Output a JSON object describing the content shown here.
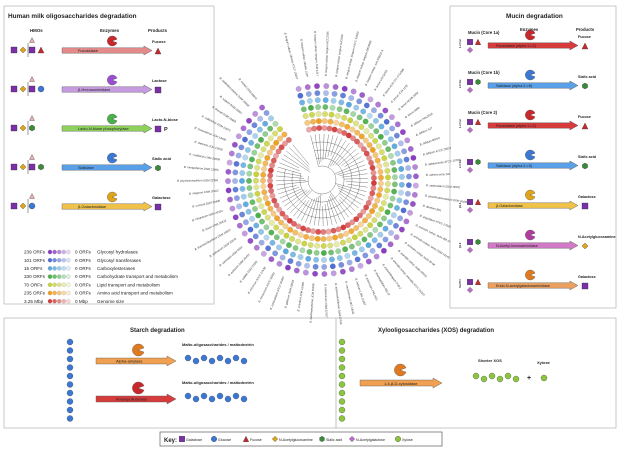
{
  "colors": {
    "galactose": "#7b2fa8",
    "glucose": "#3b78d4",
    "fucose": "#c8282c",
    "glcnac": "#e0a419",
    "sialic": "#3a8a3a",
    "nac_gal": "#c06bd0",
    "xylose": "#8cc63f",
    "panel_line": "#bdbdbd",
    "pink_arrow": "#e48a8a",
    "violet_arrow": "#c69be0",
    "green_arrow": "#8ed25c",
    "blue_arrow": "#5aa0e8",
    "gold_arrow": "#f0c24a",
    "orange_arrow": "#f0a050",
    "red_arrow": "#d63c3c",
    "magenta_arrow": "#d27ac6",
    "orange_arrow2": "#eaa060"
  },
  "hmo": {
    "title": "Human milk oligosaccharides degradation",
    "col_hmos": "HMOs",
    "col_enzymes": "Enzymes",
    "col_products": "Products",
    "rows": [
      {
        "enzyme": "Fucosidase",
        "product": "Fucose"
      },
      {
        "enzyme": "β-Hexosaminidase",
        "product": "Lactose"
      },
      {
        "enzyme": "Lacto-N-biose phosphorylase",
        "product": "Lacto-N-biose"
      },
      {
        "enzyme": "Sialidase",
        "product": "Sialic acid"
      },
      {
        "enzyme": "β-Galactosidase",
        "product": "Galactose"
      }
    ],
    "lnb_p": "P"
  },
  "legend_rows": [
    {
      "count": "239 ORFs",
      "zero": "0 ORFs",
      "label": "Glycosyl hydrolases",
      "color": "#8a3cc2"
    },
    {
      "count": "101 ORFs",
      "zero": "0 ORFs",
      "label": "Glycosyl transferases",
      "color": "#4f6fd6"
    },
    {
      "count": "15 ORFs",
      "zero": "0 ORFs",
      "label": "Carboxylesterases",
      "color": "#5aa8e0"
    },
    {
      "count": "330 ORFs",
      "zero": "0 ORFs",
      "label": "Carbohydrate transport and metabolism",
      "color": "#4ab04a"
    },
    {
      "count": "70 ORFs",
      "zero": "0 ORFs",
      "label": "Lipid transport and metabolism",
      "color": "#c8d23a"
    },
    {
      "count": "235 ORFs",
      "zero": "0 ORFs",
      "label": "Amino acid transport and metabolism",
      "color": "#f0a020"
    },
    {
      "count": "3.25 Mbp",
      "zero": "0 Mbp",
      "label": "Genome size",
      "color": "#d63c3c"
    }
  ],
  "mucin": {
    "title": "Mucin degradation",
    "col_enzymes": "Enzymes",
    "col_products": "Products",
    "rows": [
      {
        "label": "Mucin (Core 1a)",
        "enzyme": "Fucosidase (alpha 1->2)",
        "product": "Fucose",
        "side": "1-2 Fuc"
      },
      {
        "label": "Mucin (Core 1b)",
        "enzyme": "Sialidase (alpha 2->6)",
        "product": "Sialic acid",
        "side": "2-6 Sia"
      },
      {
        "label": "Mucin (Core 2)",
        "enzyme": "Fucosidase (alpha 1->2)",
        "product": "Fucose",
        "side": "1-2 Fuc"
      },
      {
        "label": "",
        "enzyme": "Sialidase (alpha 2->3)",
        "product": "Sialic acid",
        "side": "2-3 Sia"
      },
      {
        "label": "",
        "enzyme": "β-Galactosidase",
        "product": "Galactose",
        "side": "β1-3"
      },
      {
        "label": "",
        "enzyme": "N-Acetyl-hexosaminidase",
        "product": "N-Acetylglucosamine",
        "side": "β1-6"
      },
      {
        "label": "",
        "enzyme": "Endo-N-acetylgalactosaminidase",
        "product": "Galactose",
        "side": "Ser/Thr"
      }
    ]
  },
  "starch": {
    "title": "Starch degradation",
    "rows": [
      {
        "enzyme": "Alpha-amylase",
        "product": "Malto-oligosaccharides / maltodextrin"
      },
      {
        "enzyme": "Amylopullulanase",
        "product": "Malto-oligosaccharides / maltodextrin"
      }
    ]
  },
  "xos": {
    "title": "Xylooligosaccharides (XOS) degradation",
    "enzyme": "1,4-β-D-xylosidase",
    "product1": "Shorter XOS",
    "plus": "+",
    "product2": "Xylose"
  },
  "key": {
    "title": "Key:",
    "items": [
      {
        "label": "Galactose",
        "shape": "square",
        "color": "#7b2fa8"
      },
      {
        "label": "Glucose",
        "shape": "circle",
        "color": "#3b78d4"
      },
      {
        "label": "Fucose",
        "shape": "triangle",
        "color": "#c8282c"
      },
      {
        "label": "N-Acetylglucosamine",
        "shape": "diamond",
        "color": "#e0a419"
      },
      {
        "label": "Sialic acid",
        "shape": "hexagon",
        "color": "#3a8a3a"
      },
      {
        "label": "N-Acetylgalactose",
        "shape": "diamond",
        "color": "#c06bd0"
      },
      {
        "label": "Xylose",
        "shape": "circle",
        "color": "#8cc63f"
      }
    ]
  },
  "tree": {
    "ring_colors": [
      "#d63c3c",
      "#f0a020",
      "#c8d23a",
      "#4ab04a",
      "#5aa8e0",
      "#4f6fd6",
      "#8a3cc2"
    ],
    "leaves": [
      "B. longum subsp. infantis ATCC 15697",
      "B. longum subsp. infantis 157F",
      "B. longum subsp. longum JCM 1217",
      "B. longum subsp. longum NCC2705",
      "B. longum subsp. longum DJO10A",
      "B. longum subsp. longum KACC 91563",
      "B. longum subsp. longum BBMN68",
      "B. longum subsp. suis BSM11-5",
      "B. breve UCC2003",
      "B. breve ACS-071-V-Sch8b",
      "B. breve JCM 1192",
      "B. breve NCFB 2258",
      "B. breve 689b",
      "B. bifidum PRL2010",
      "B. bifidum S17",
      "B. bifidum BGN4",
      "B. bifidum ATCC 29521",
      "B. adolescentis ATCC 15703",
      "B. adolescentis 22L",
      "B. catenulatum DSM 16992",
      "B. pseudocatenulatum DSM 20438",
      "B. dentium Bd1",
      "B. angulatum ATCC 27535",
      "B. animalis subsp. lactis BB-12",
      "B. animalis subsp. lactis DSM 10140",
      "B. animalis subsp. lactis Bl-04",
      "B. animalis subsp. lactis AD011",
      "B. animalis subsp. animalis ATCC 25527",
      "B. pseudolongum PV8-2",
      "B. thermophilum RBL67",
      "B. asteroides PRL2011",
      "B. indicum LMG 11587",
      "B. coryneforme LMG 18911",
      "B. actinocoloniiforme DSM 22766",
      "B. bohemicum DSM 22767",
      "B. kashiwanohense JCM 15439",
      "B. scardovii JCM 12489",
      "B. gallicum DSM 20093",
      "B. ruminantium ATCC 49390",
      "B. merycicum ATCC 49391",
      "B. minimum ATCC 27538",
      "B. subtile DSM 20096",
      "B. pullorum DSM 20433",
      "B. saeculare DSM 6531",
      "B. gallinarum DSM 20670",
      "B. thermacidophilum DSM 15837",
      "B. boum DSM 20432",
      "B. choerinum DSM 20434",
      "B. cuniculi DSM 20435",
      "B. magnum DSM 20222",
      "B. psychraerophilum DSM 22366",
      "B. mongoliense DSM 21395",
      "B. crudilactis LMG 23609",
      "B. stercoris JCM 15918",
      "B. tsurumiense JCM 13495",
      "B. callitrichos DSM 23973",
      "B. biavatii DSM 23969",
      "B. saguini DSM 23967",
      "B. stellenboschense DSM 23968",
      "B. reuteri DSM 23975"
    ]
  }
}
